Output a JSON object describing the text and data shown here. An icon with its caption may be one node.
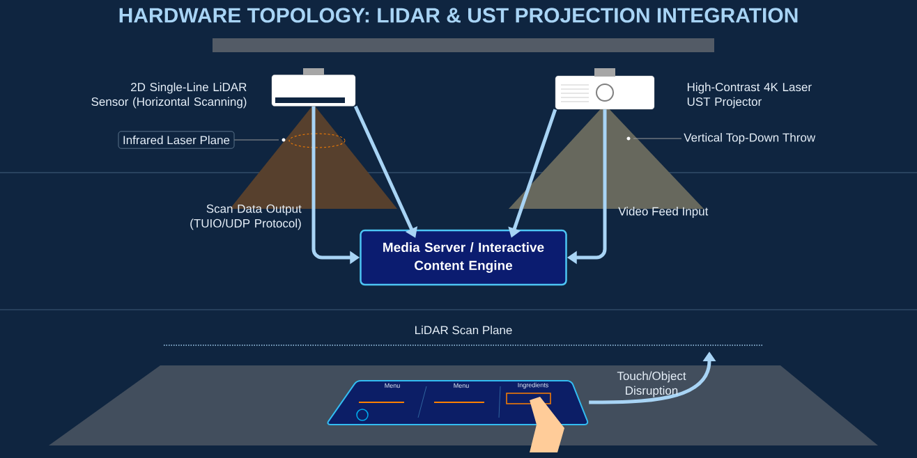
{
  "diagram": {
    "title": "HARDWARE TOPOLOGY: LIDAR & UST PROJECTION INTEGRATION",
    "nodes": [
      {
        "text": [],
        "shape": "picture",
        "beside": [
          "2D Single-Line LiDAR Sensor (Horizontal Scanning)"
        ]
      },
      {
        "text": [],
        "shape": "picture",
        "beside": [
          "High-Contrast 4K Laser UST Projector"
        ]
      },
      {
        "text": [
          "Infrared Laser Plane"
        ]
      },
      {
        "text": [
          "Vertical Top-Down Throw"
        ]
      },
      {
        "text": [
          "Media Server / Interactive Content Engine"
        ]
      },
      {
        "text": [],
        "shape": "picture"
      }
    ],
    "edges": [
      {
        "from": 0,
        "to": 4,
        "arrow": "to",
        "label": "Scan Data Output (TUIO/UDP Protocol)"
      },
      {
        "from": 0,
        "to": 4,
        "arrow": "to"
      },
      {
        "from": 1,
        "to": 4,
        "arrow": "to"
      },
      {
        "from": 1,
        "to": 4,
        "arrow": "to",
        "label": "Video Feed Input"
      },
      {
        "from": 2,
        "to": null,
        "arrow": "none",
        "color": "#999999"
      },
      {
        "from": 3,
        "to": null,
        "arrow": "none",
        "color": "#999999"
      },
      {
        "from": 5,
        "to": null,
        "arrow": "to",
        "label": "Touch/Object Disruption"
      }
    ],
    "labels": [
      "LiDAR Scan Plane",
      "Menu",
      "Menu",
      "Ingredients"
    ]
  }
}
